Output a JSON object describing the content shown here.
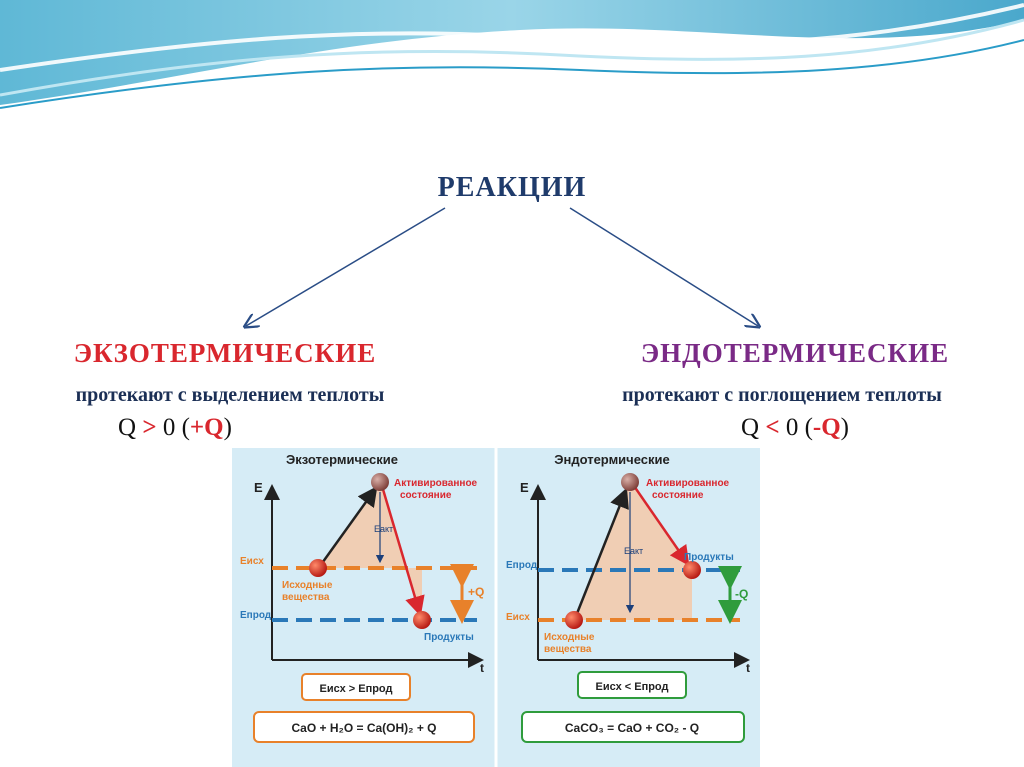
{
  "title": "РЕАКЦИИ",
  "exo": {
    "heading": "ЭКЗОТЕРМИЧЕСКИЕ",
    "desc": "протекают с выделением теплоты",
    "q_left": "Q",
    "q_sign": ">",
    "q_zero": "0 (",
    "q_value": "+Q",
    "q_close": ")"
  },
  "endo": {
    "heading": "ЭНДОТЕРМИЧЕСКИЕ",
    "desc": "протекают с поглощением  теплоты",
    "q_left": "Q",
    "q_sign": "<",
    "q_zero": "0 (",
    "q_value": "-Q",
    "q_close": ")"
  },
  "diagram": {
    "exo_title": "Экзотермические",
    "endo_title": "Эндотермические",
    "axis_e": "E",
    "axis_t": "t",
    "activated_1": "Активированное",
    "activated_2": "состояние",
    "e_act": "Eакт",
    "e_initial": "Eисх",
    "e_products": "Eпрод",
    "reactants_1": "Исходные",
    "reactants_2": "вещества",
    "products": "Продукты",
    "plus_q": "+Q",
    "minus_q": "-Q",
    "exo_relation": "Eисх > Eпрод",
    "endo_relation": "Eисх < Eпрод",
    "exo_equation": "CaO + H₂O = Ca(OH)₂ + Q",
    "endo_equation": "CaCO₃ = CaO + CO₂  - Q"
  },
  "colors": {
    "title": "#1f3b6b",
    "exo": "#d9272e",
    "endo": "#7a2a86",
    "panel_bg": "#d6ecf6",
    "orange": "#e8812a",
    "blue": "#2a78b8",
    "green": "#2f9c3c"
  }
}
